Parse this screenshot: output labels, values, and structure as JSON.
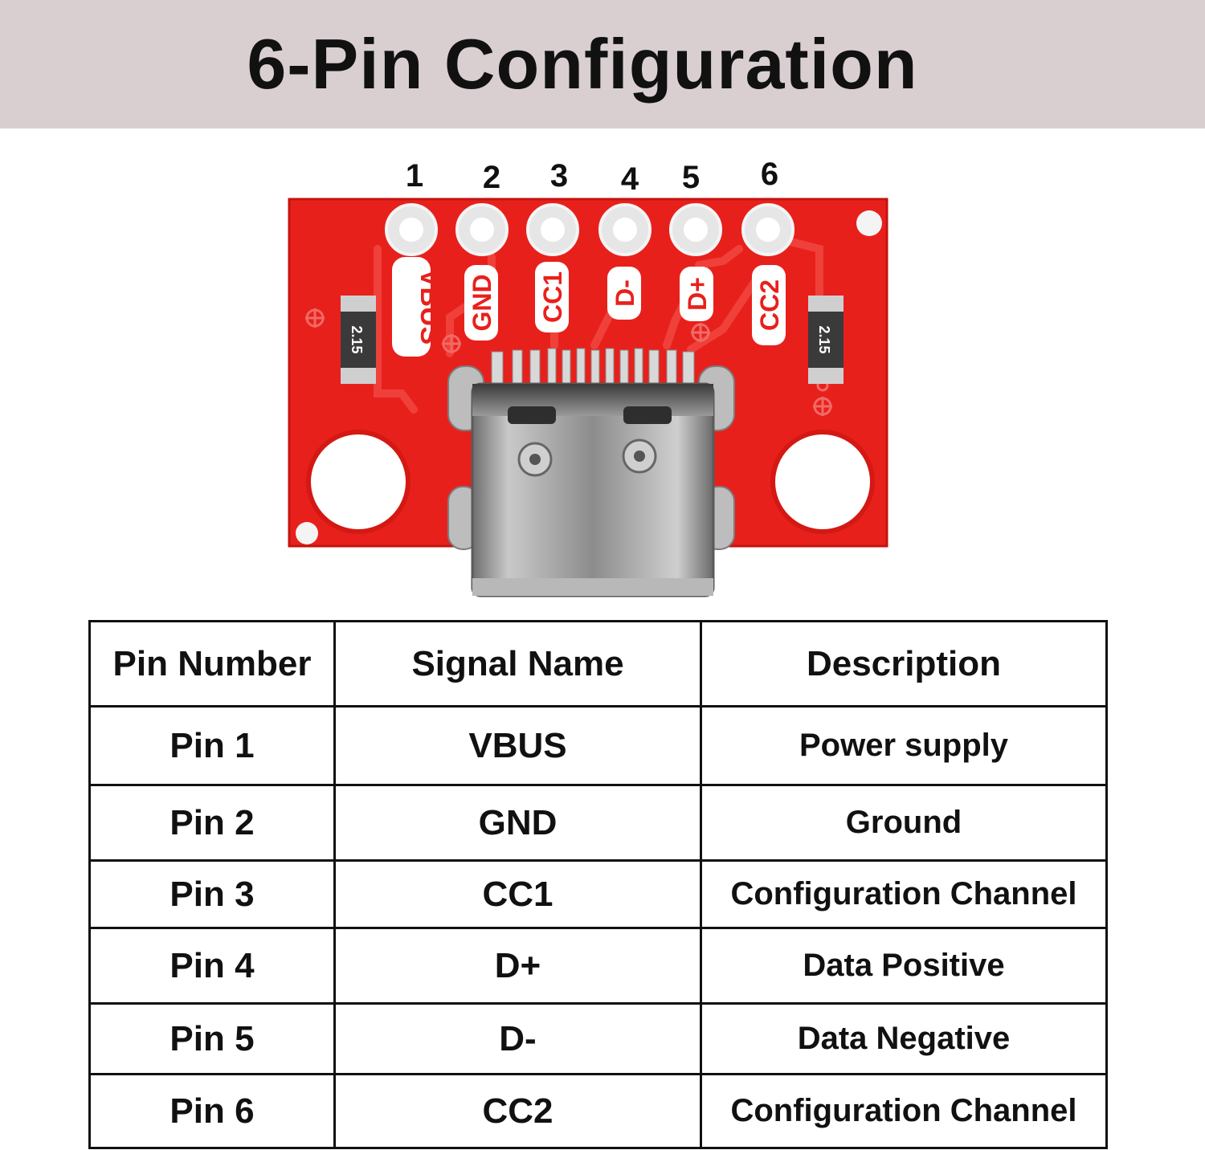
{
  "title": "6-Pin Configuration",
  "board": {
    "pin_numbers": [
      "1",
      "2",
      "3",
      "4",
      "5",
      "6"
    ],
    "pin_labels": [
      "VBUS",
      "GND",
      "CC1",
      "D-",
      "D+",
      "CC2"
    ],
    "resistor_label": "2.15",
    "colors": {
      "pcb": "#e8201c",
      "silkscreen": "#ffffff",
      "pad": "#e6e6e6",
      "connector": "#9a9a9a"
    }
  },
  "table": {
    "headers": [
      "Pin Number",
      "Signal Name",
      "Description"
    ],
    "rows": [
      {
        "pin": "Pin 1",
        "signal": "VBUS",
        "description": "Power supply"
      },
      {
        "pin": "Pin 2",
        "signal": "GND",
        "description": "Ground"
      },
      {
        "pin": "Pin 3",
        "signal": "CC1",
        "description": "Configuration Channel"
      },
      {
        "pin": "Pin 4",
        "signal": "D+",
        "description": "Data Positive"
      },
      {
        "pin": "Pin 5",
        "signal": "D-",
        "description": "Data Negative"
      },
      {
        "pin": "Pin 6",
        "signal": "CC2",
        "description": "Configuration Channel"
      }
    ]
  }
}
